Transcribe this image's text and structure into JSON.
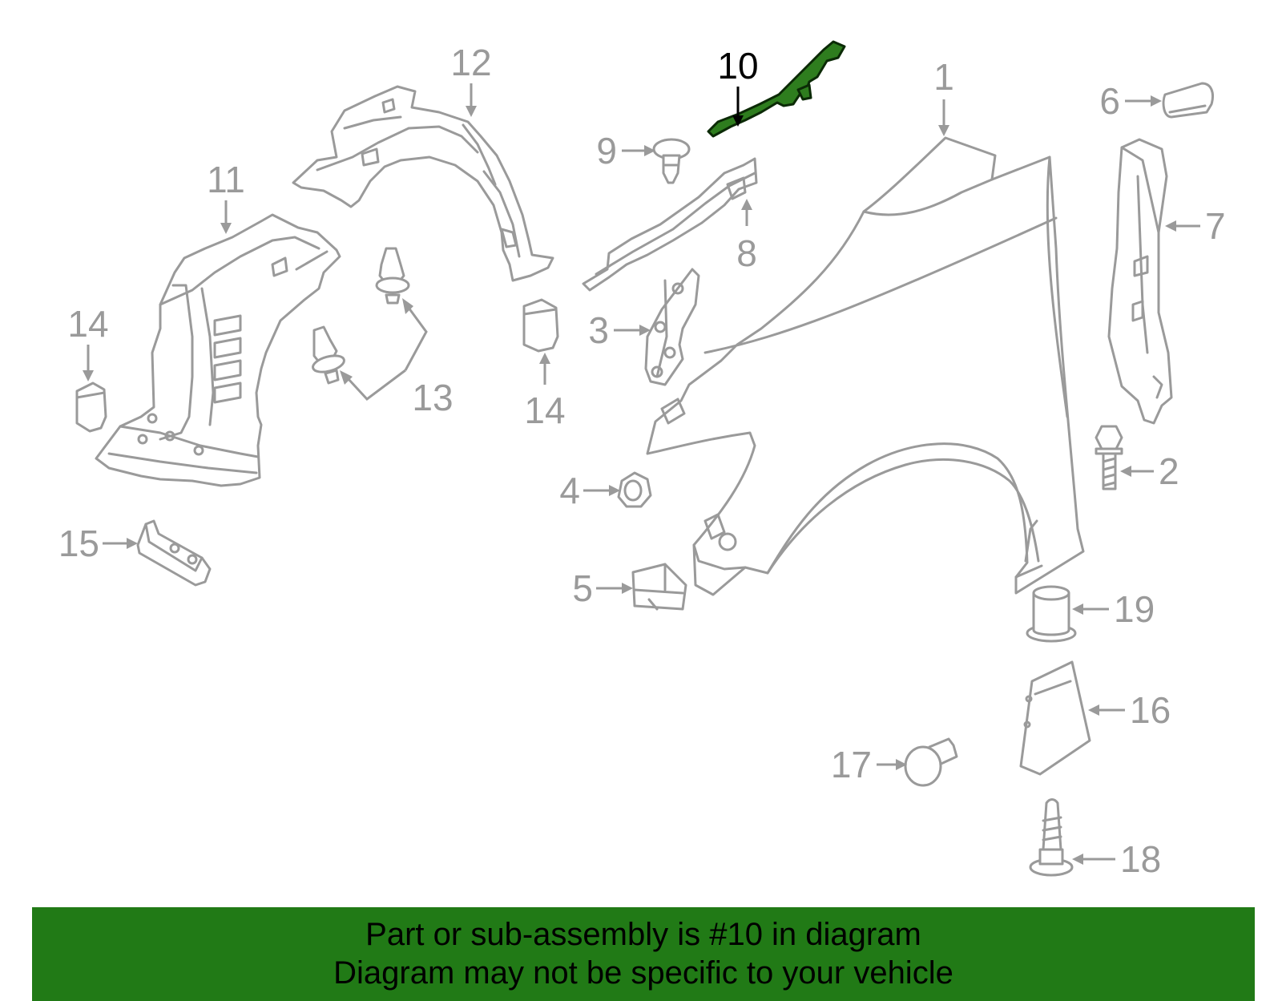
{
  "highlighted_part": "10",
  "callouts": {
    "c1": "1",
    "c2": "2",
    "c3": "3",
    "c4": "4",
    "c5": "5",
    "c6": "6",
    "c7": "7",
    "c8": "8",
    "c9": "9",
    "c10": "10",
    "c11": "11",
    "c12": "12",
    "c13": "13",
    "c14a": "14",
    "c14b": "14",
    "c15": "15",
    "c16": "16",
    "c17": "17",
    "c18": "18",
    "c19": "19"
  },
  "banner": {
    "line1": "Part or sub-assembly is #10 in diagram",
    "line2": "Diagram may not be specific to your vehicle",
    "color": "#217a16"
  },
  "colors": {
    "line_art": "#9a9a9a",
    "highlight_fill": "#2e7d1e",
    "highlight_callout": "#000000"
  }
}
